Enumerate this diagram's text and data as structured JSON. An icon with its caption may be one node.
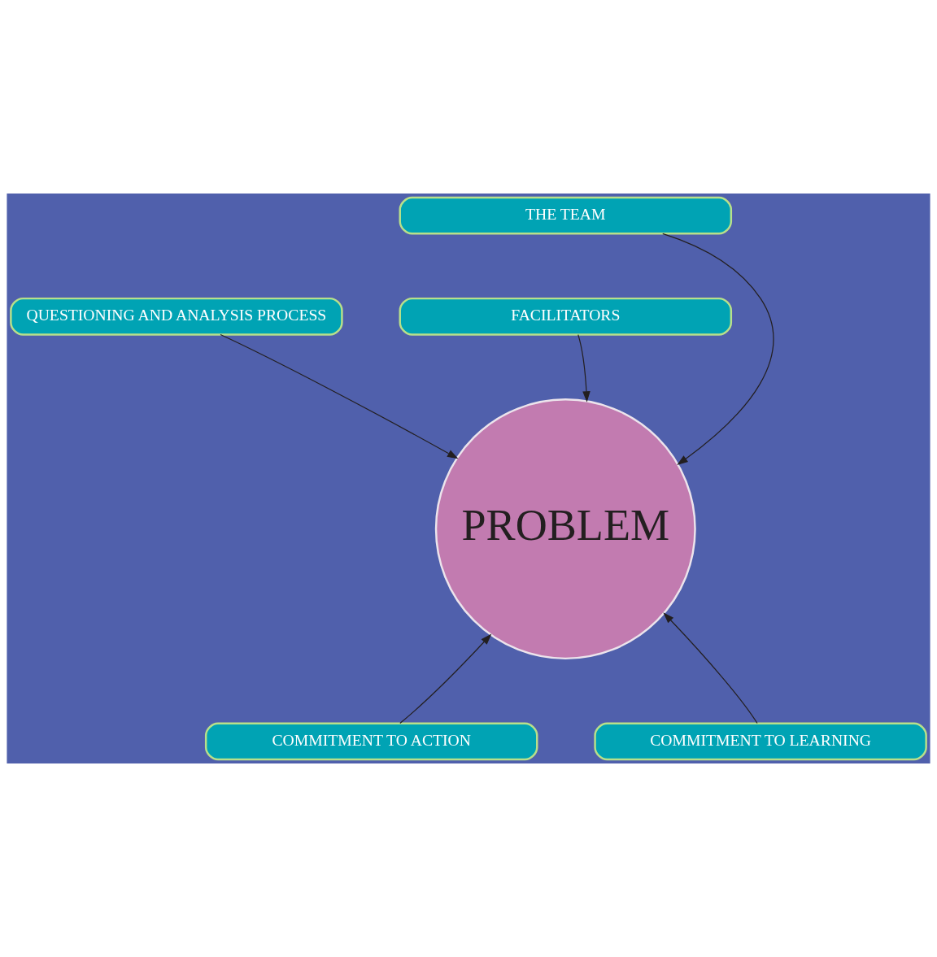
{
  "diagram": {
    "nodes": [
      {
        "text": [
          "THE TEAM"
        ]
      },
      {
        "text": [
          "QUESTIONING AND ANALYSIS PROCESS"
        ]
      },
      {
        "text": [
          "FACILITATORS"
        ]
      },
      {
        "text": [
          "PROBLEM"
        ]
      },
      {
        "text": [
          "COMMITMENT TO ACTION"
        ]
      },
      {
        "text": [
          "COMMITMENT TO LEARNING"
        ]
      }
    ],
    "edges": [
      {
        "from": 0,
        "to": 3,
        "arrow": "to"
      },
      {
        "from": 1,
        "to": 3,
        "arrow": "to"
      },
      {
        "from": 2,
        "to": 3,
        "arrow": "to"
      },
      {
        "from": 4,
        "to": 3,
        "arrow": "to"
      },
      {
        "from": 5,
        "to": 3,
        "arrow": "to"
      }
    ]
  }
}
